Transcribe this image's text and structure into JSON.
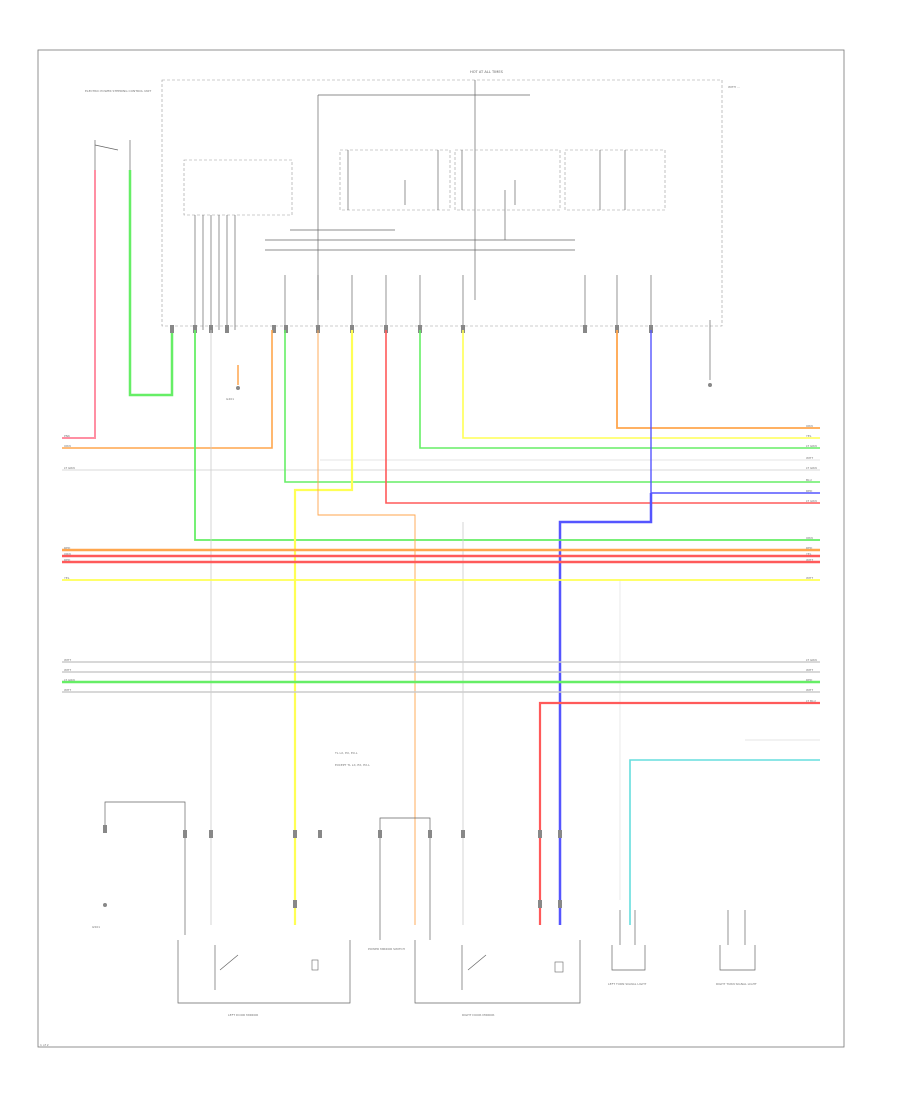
{
  "labels": {
    "top_center": "HOT AT ALL TIMES",
    "top_left_component": "ELECTRIC POWER STEERING CONTROL UNIT",
    "top_right_note": "WITH ...",
    "legend_1": "TL LX, EX, EX-L",
    "legend_2": "EXCEPT TL LX, EX, EX-L",
    "ground_label": "G201",
    "left_bottom_ground": "G501",
    "left_mirror_caption": "LEFT DOOR MIRROR",
    "right_mirror_caption": "RIGHT DOOR MIRROR",
    "center_module": "POWER MIRROR SWITCH",
    "right_comp_1": "LEFT TURN SIGNAL LIGHT",
    "right_comp_2": "RIGHT TURN SIGNAL LIGHT",
    "page_footer": "1 of 2"
  },
  "wire_labels_left": [
    "PNK",
    "ORN",
    "",
    "LT GRN",
    "",
    "RED",
    "ORN",
    "RED",
    "YEL",
    "WHT",
    "WHT",
    "LT GRN",
    "WHT"
  ],
  "wire_labels_right": [
    "ORN",
    "YEL",
    "LT GRN",
    "WHT",
    "LT GRN",
    "BLU",
    "RED",
    "LT GRN",
    "ORN",
    "RED",
    "YEL",
    "WHT",
    "WHT",
    "LT GRN",
    "WHT",
    "RED",
    "WHT",
    "LT BLU"
  ],
  "colors": {
    "pink": "#ff8fa3",
    "orange": "#ffa64d",
    "green": "#66ee66",
    "yellow": "#ffff55",
    "red": "#ff5a5a",
    "blue": "#5555ff",
    "cyan": "#66dddd",
    "gray": "#bbbbbb",
    "frame": "#777777"
  }
}
